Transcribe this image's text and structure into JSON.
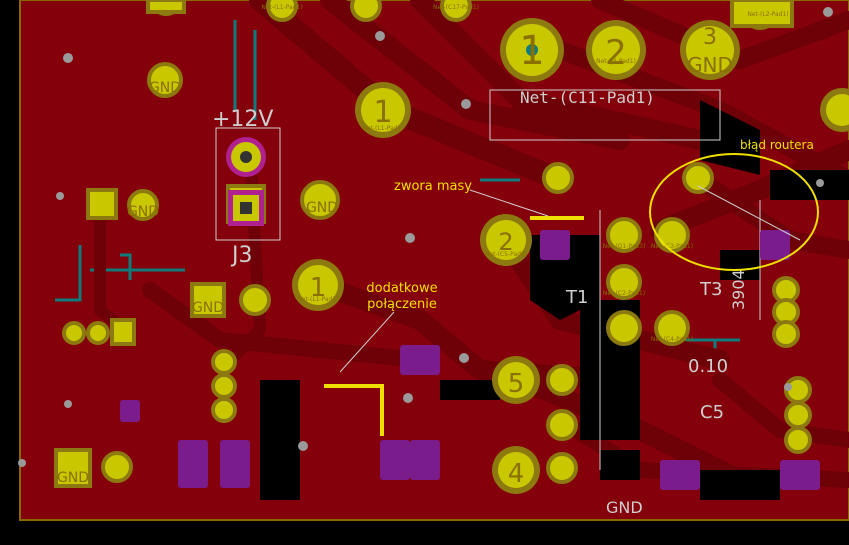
{
  "colors": {
    "background": "#000000",
    "copper": "#84000a",
    "trace_hi": "#a8000c",
    "pad": "#c9c800",
    "pad_ring": "#8c7a10",
    "via_ring": "#b02090",
    "silk": "#cfcfcf",
    "outline": "#8a6a00",
    "annotation": "#f0e000"
  },
  "labels": {
    "plus12v": "+12V",
    "j3": "J3",
    "gnd_bottom": "GND",
    "net_c11": "Net-(C11-Pad1)",
    "t1": "T1",
    "t3": "T3",
    "c5": "C5",
    "val_010": "0.10",
    "val_3904": "3904"
  },
  "pads": [
    {
      "num": "1",
      "net": "Net-(C11-Pad1)",
      "icon": "pad-1-icon"
    },
    {
      "num": "2",
      "net": "Net-(J4-Pad1)",
      "icon": "pad-2-icon"
    },
    {
      "num": "3",
      "net": "GND",
      "icon": "pad-3-gnd-icon"
    },
    {
      "num": "1",
      "net": "Net-(L1-Pad1)",
      "icon": "pad-l1-icon"
    },
    {
      "num": "2",
      "net": "Net-(C5-Pad1)",
      "icon": "pad-c5-icon"
    },
    {
      "num": "1",
      "net": "Net-(L1-Pad1)",
      "icon": "pad-l1b-icon"
    },
    {
      "num": "5",
      "net": "",
      "icon": "pad-5-icon"
    },
    {
      "num": "4",
      "net": "",
      "icon": "pad-4-icon"
    },
    {
      "num": "GND",
      "net": "GND",
      "icon": "pad-gnd-icon"
    }
  ],
  "small_nets": [
    "Net-(L1-Pad1)",
    "Net-(C17-Pad1)",
    "Net-(J4-Pad1)",
    "Net-(L2-Pad1)",
    "Net-(C5-Pad1)",
    "Net-(Q1-Pad3)",
    "Net-(C3-Pad1)",
    "Net-(C2-Pad1)",
    "Net-(C4-Pad1)"
  ],
  "annotations": {
    "ground_jumper": "zwora masy",
    "extra_conn_line1": "dodatkowe",
    "extra_conn_line2": "połączenie",
    "router_error": "błąd routera"
  }
}
